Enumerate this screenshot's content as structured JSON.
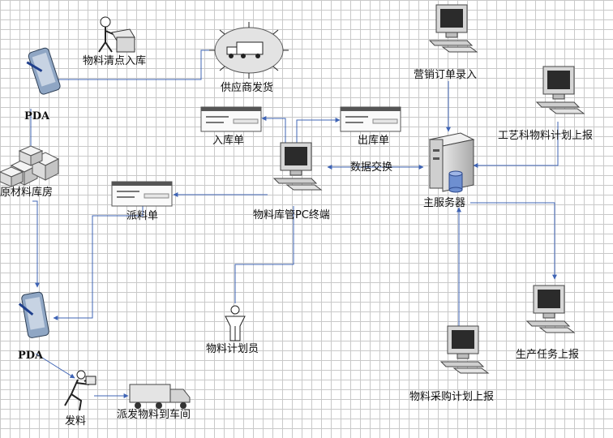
{
  "nodes": {
    "inbound_worker": "物料清点入库",
    "supplier": "供应商发货",
    "sales_pc": "营销订单录入",
    "pda_top": "PDA",
    "inbound_doc": "入库单",
    "outbound_doc": "出库单",
    "process_pc": "工艺科物料计划上报",
    "warehouse": "原材料库房",
    "data_exchange": "数据交换",
    "dispatch_doc": "派料单",
    "warehouse_pc": "物料库管PC终端",
    "main_server": "主服务器",
    "pda_bottom": "PDA",
    "planner": "物料计划员",
    "production_pc": "生产任务上报",
    "issue_worker": "发料",
    "truck_to_workshop": "派发物料到车间",
    "purchase_pc": "物料采购计划上报"
  },
  "colors": {
    "connector": "#3f64b5",
    "device_fill": "#d7d7d7",
    "screen": "#2b2b2b",
    "handle": "#1f3f8c"
  }
}
